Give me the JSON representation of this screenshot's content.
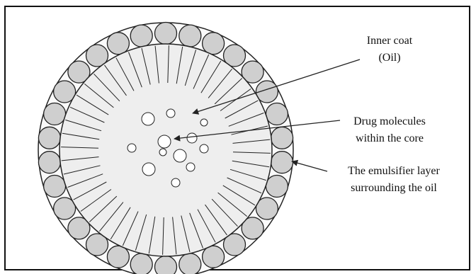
{
  "labels": {
    "inner_coat": [
      "Inner coat",
      "(Oil)"
    ],
    "drug": [
      "Drug molecules",
      "within the core"
    ],
    "emulsifier": [
      "The emulsifier layer",
      "surrounding the oil"
    ]
  },
  "colors": {
    "background": "#ffffff",
    "border": "#111111",
    "outer_ring": "#fafafa",
    "oil_core": "#eeeeee",
    "emulsifier_beads": "#cfcfcf",
    "lines": "#222222",
    "drug_molecules": "#ffffff"
  },
  "structure": {
    "emulsifier_bead_count": 30,
    "tail_count": 48,
    "drug_molecule_count": 12
  }
}
